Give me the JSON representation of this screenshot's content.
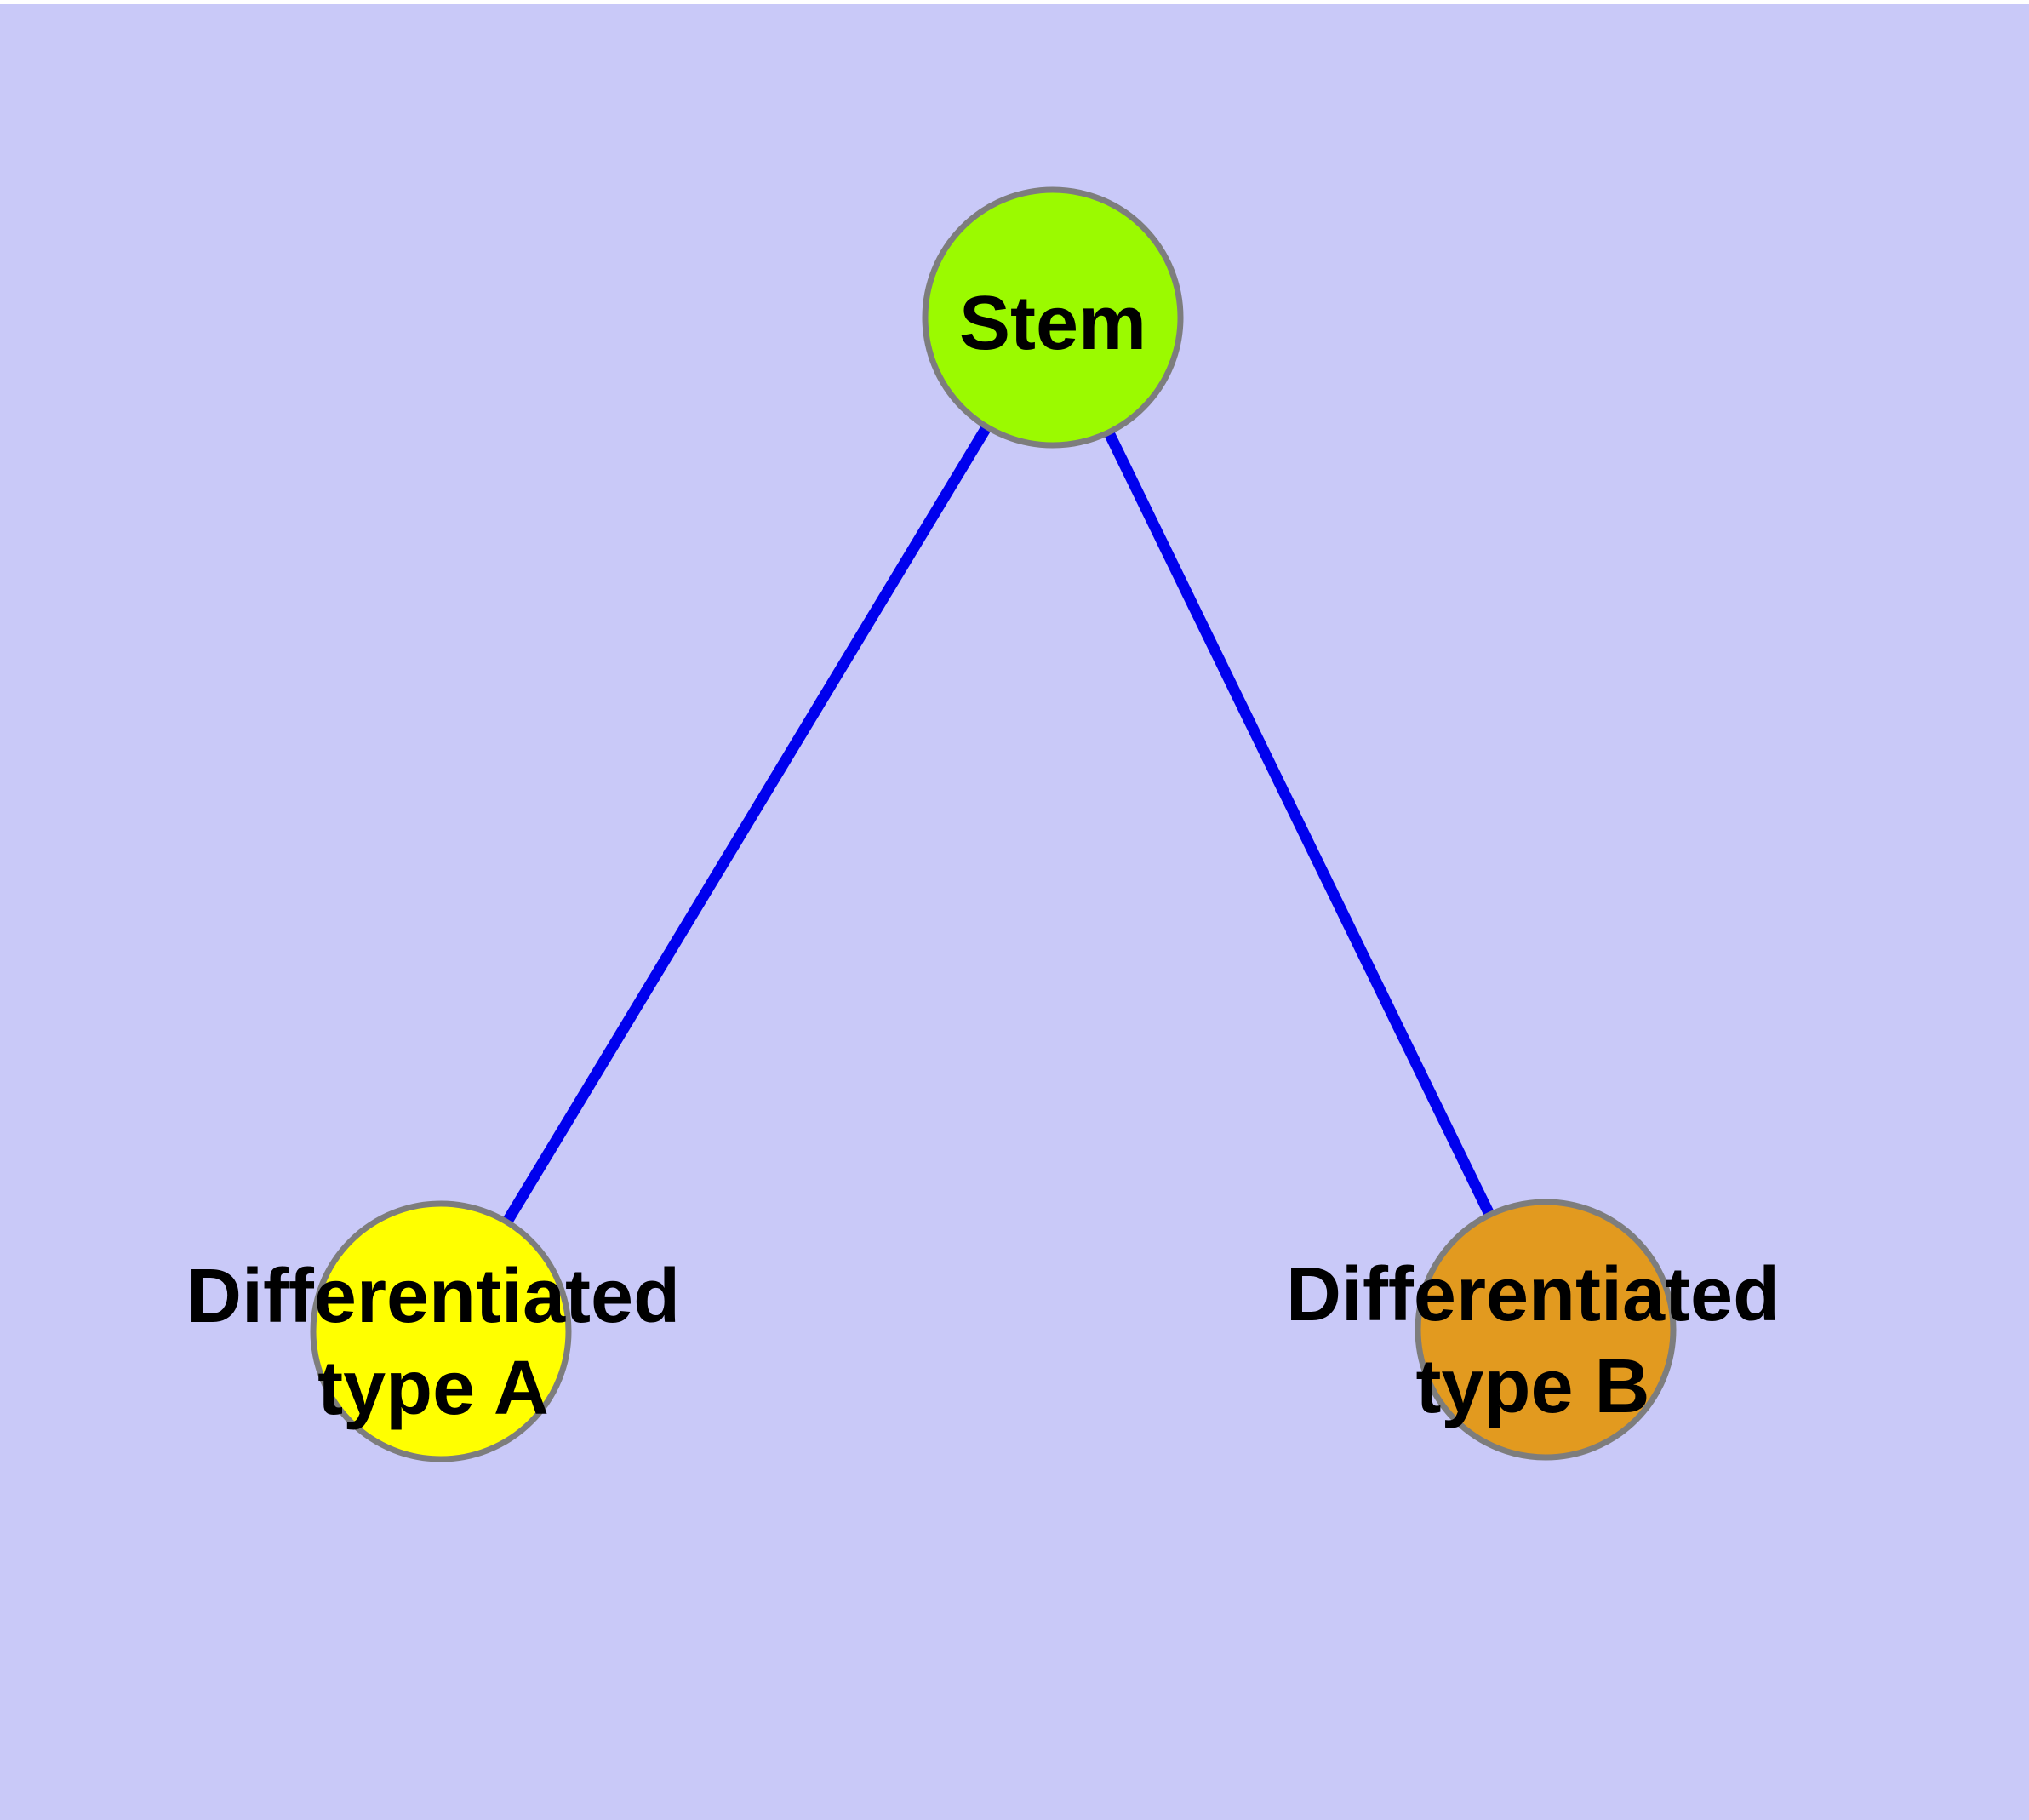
{
  "diagram": {
    "kind": "cell-differentiation-graph",
    "background_color": "#c9c9f8",
    "top_margin_color": "#ffffff",
    "edge_color": "#0000ee",
    "node_border_color": "#7d7d7d",
    "label_color": "#000000"
  },
  "nodes": [
    {
      "id": "stem",
      "label": "Stem",
      "fill_color": "#9bfa00"
    },
    {
      "id": "differentiated-type-a",
      "label": "Differentiated\ntype A",
      "fill_color": "#ffff00"
    },
    {
      "id": "differentiated-type-b",
      "label": "Differentiated\ntype B",
      "fill_color": "#e29a1f"
    }
  ],
  "edges": [
    {
      "from": "stem",
      "to": "differentiated-type-a"
    },
    {
      "from": "stem",
      "to": "differentiated-type-b"
    }
  ]
}
